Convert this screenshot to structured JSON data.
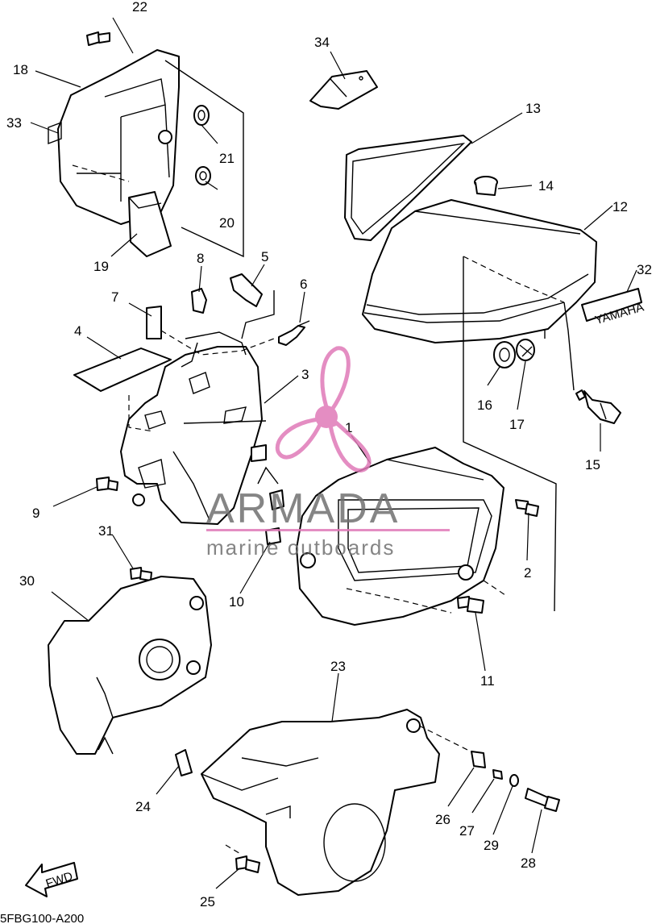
{
  "diagram": {
    "part_numbers": [
      "1",
      "2",
      "3",
      "4",
      "5",
      "6",
      "7",
      "8",
      "9",
      "10",
      "11",
      "12",
      "13",
      "14",
      "15",
      "16",
      "17",
      "18",
      "19",
      "20",
      "21",
      "22",
      "23",
      "24",
      "25",
      "26",
      "27",
      "28",
      "29",
      "30",
      "31",
      "32",
      "33",
      "34"
    ],
    "decal_text": "YAMAHA",
    "direction_label": "FWD",
    "diagram_code": "5FBG100-A200"
  },
  "watermark": {
    "brand": "ARMADA",
    "tagline": "marine outboards",
    "accent_color": "#e07ab8"
  }
}
